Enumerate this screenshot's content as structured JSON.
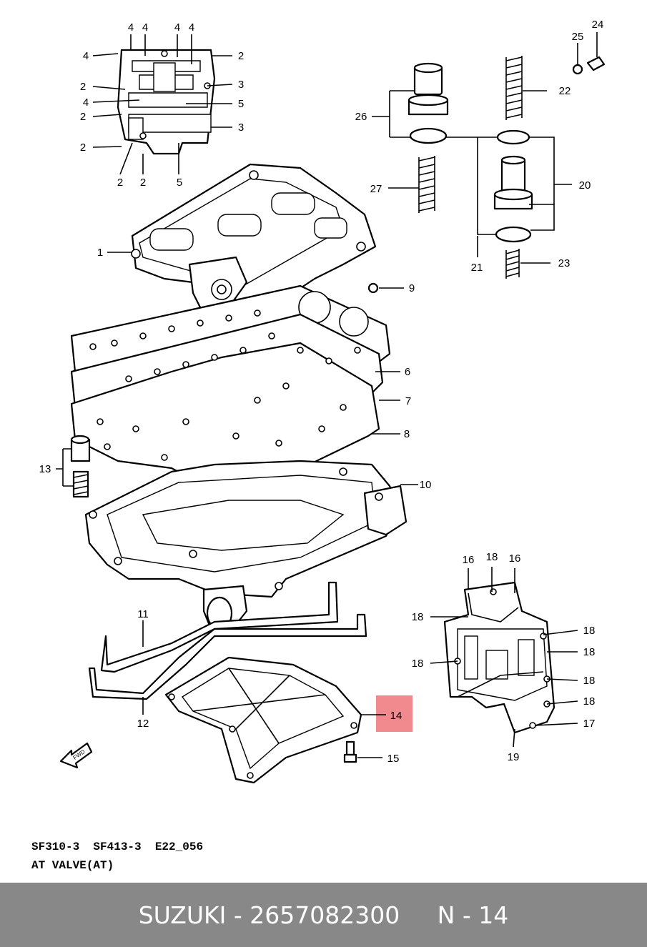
{
  "diagram": {
    "callouts": {
      "c1": "1",
      "c2": "2",
      "c3": "3",
      "c4": "4",
      "c5": "5",
      "c6": "6",
      "c7": "7",
      "c8": "8",
      "c9": "9",
      "c10": "10",
      "c11": "11",
      "c12": "12",
      "c13": "13",
      "c14": "14",
      "c15": "15",
      "c16": "16",
      "c17": "17",
      "c18": "18",
      "c19": "19",
      "c20": "20",
      "c21": "21",
      "c22": "22",
      "c23": "23",
      "c24": "24",
      "c25": "25",
      "c26": "26",
      "c27": "27"
    },
    "highlighted_callout": "14",
    "highlight_color": "#f08a8f",
    "fwd_mark": "FWD"
  },
  "caption": {
    "line1": "SF310-3  SF413-3  E22_056",
    "line2": "AT VALVE(AT)"
  },
  "footer": {
    "text": "SUZUKI - 2657082300     N - 14",
    "background": "#888888"
  }
}
